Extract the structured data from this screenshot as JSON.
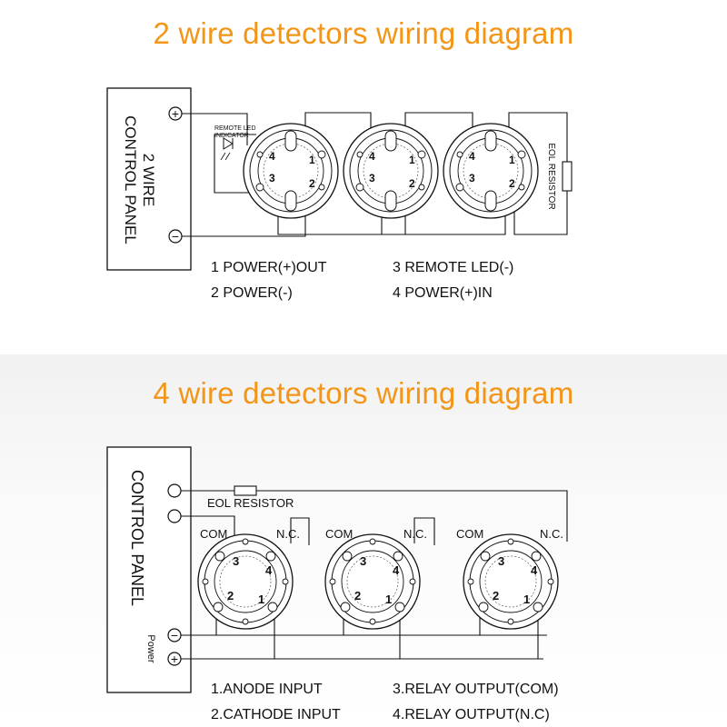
{
  "colors": {
    "accent": "#f39517",
    "line": "#111111"
  },
  "diagram1": {
    "title": "2 wire detectors wiring diagram",
    "panel_label_line1": "2 WIRE",
    "panel_label_line2": "CONTROL PANEL",
    "terminal_plus": "+",
    "terminal_minus": "−",
    "led_label_line1": "REMOTE LED",
    "led_label_line2": "INDICATOR",
    "eol_label": "EOL RESISTOR",
    "terminal_numbers": [
      "4",
      "1",
      "3",
      "2"
    ],
    "legend": [
      "1 POWER(+)OUT",
      "2 POWER(-)",
      "3 REMOTE LED(-)",
      "4 POWER(+)IN"
    ]
  },
  "diagram2": {
    "title": "4 wire detectors wiring diagram",
    "panel_label": "CONTROL PANEL",
    "power_label": "Power",
    "terminal_plus": "+",
    "terminal_minus": "−",
    "eol_label": "EOL RESISTOR",
    "com_label": "COM",
    "nc_label": "N.C.",
    "terminal_numbers": [
      "3",
      "4",
      "2",
      "1"
    ],
    "legend": [
      "1.ANODE INPUT",
      "2.CATHODE INPUT",
      "3.RELAY OUTPUT(COM)",
      "4.RELAY OUTPUT(N.C)"
    ]
  }
}
